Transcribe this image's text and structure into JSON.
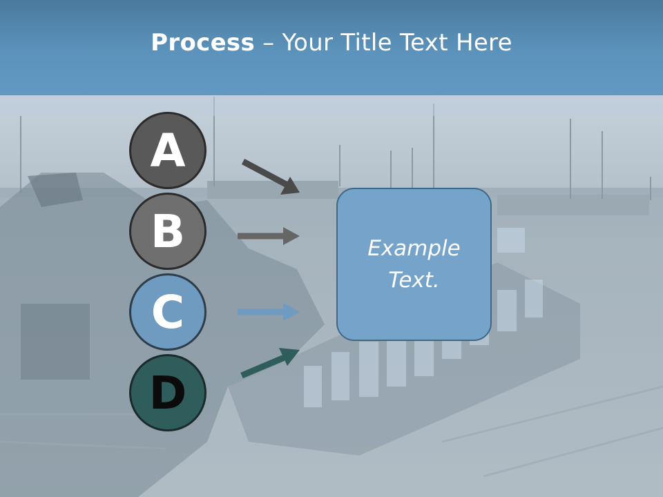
{
  "slide": {
    "title_bold": "Process",
    "title_rest": " – Your Title Text Here"
  },
  "steps": [
    {
      "label": "A",
      "color": "#595959",
      "arrow_color": "#4a4a4a"
    },
    {
      "label": "B",
      "color": "#6f6f6f",
      "arrow_color": "#666666"
    },
    {
      "label": "C",
      "color": "#6f9bc1",
      "arrow_color": "#6f9bc1"
    },
    {
      "label": "D",
      "color": "#2f5d5c",
      "arrow_color": "#2f5d5c"
    }
  ],
  "box": {
    "text": "Example\nText."
  },
  "colors": {
    "header": "#5c93bc",
    "box_fill": "#75a3c9"
  }
}
